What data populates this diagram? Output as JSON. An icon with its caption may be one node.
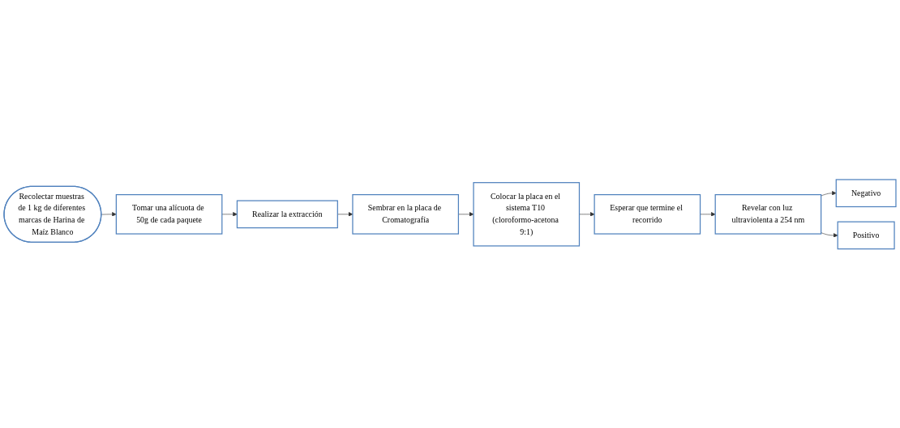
{
  "diagram": {
    "nodes": [
      {
        "text": [
          "Recolectar muestras de 1 kg de diferentes marcas de Harina de Maíz Blanco"
        ]
      },
      {
        "text": [
          "Tomar una alícuota de 50g de cada paquete"
        ]
      },
      {
        "text": [
          "Realizar la extracción"
        ]
      },
      {
        "text": [
          "Sembrar en la placa de Cromatografía"
        ]
      },
      {
        "text": [
          "Colocar la placa en el sistema T10 (cloroformo-acetona 9:1)"
        ]
      },
      {
        "text": [
          "Esperar que termine el recorrido"
        ]
      },
      {
        "text": [
          "Revelar con luz ultraviolenta a 254 nm"
        ]
      },
      {
        "text": [
          "Negativo"
        ]
      },
      {
        "text": [
          "Positivo"
        ]
      }
    ],
    "edges": [
      {
        "from": 0,
        "to": 1,
        "arrow": "to"
      },
      {
        "from": 1,
        "to": 2,
        "arrow": "to"
      },
      {
        "from": 2,
        "to": 3,
        "arrow": "to"
      },
      {
        "from": 3,
        "to": 4,
        "arrow": "to"
      },
      {
        "from": 4,
        "to": 5,
        "arrow": "to"
      },
      {
        "from": 5,
        "to": 6,
        "arrow": "to"
      },
      {
        "from": 6,
        "to": 7,
        "arrow": "to"
      },
      {
        "from": 6,
        "to": 8,
        "arrow": "to"
      }
    ]
  }
}
